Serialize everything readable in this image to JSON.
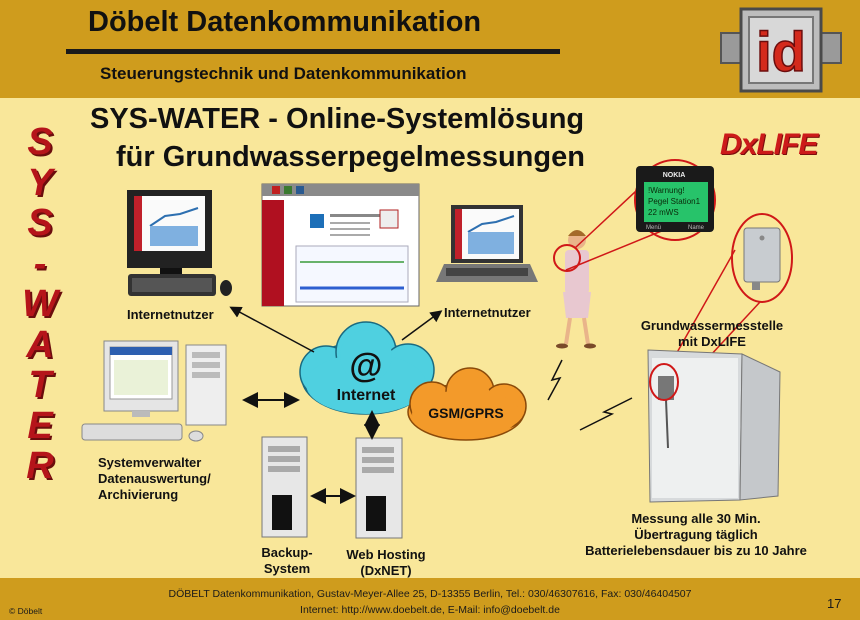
{
  "header": {
    "title": "Döbelt Datenkommunikation",
    "subtitle": "Steuerungstechnik und Datenkommunikation",
    "logo_text": "id"
  },
  "vertical_text": [
    "S",
    "Y",
    "S",
    "-",
    "W",
    "A",
    "T",
    "E",
    "R"
  ],
  "slide": {
    "title_line1": "SYS-WATER - Online-Systemlösung",
    "title_line2": "für Grundwasserpegelmessungen",
    "brand": "DxLIFE"
  },
  "nodes": {
    "internet": "Internet",
    "internet_symbol": "@",
    "gsm": "GSM/GPRS",
    "user_left": "Internetnutzer",
    "user_right": "Internetnutzer",
    "admin_line1": "Systemverwalter",
    "admin_line2": "Datenauswertung/",
    "admin_line3": "Archivierung",
    "backup_line1": "Backup-",
    "backup_line2": "System",
    "hosting_line1": "Web Hosting",
    "hosting_line2": "(DxNET)",
    "station_line1": "Grundwassermesstelle",
    "station_line2": "mit DxLIFE",
    "measure_line1": "Messung alle 30 Min.",
    "measure_line2": "Übertragung täglich",
    "measure_line3": "Batterielebensdauer bis zu 10 Jahre"
  },
  "phone": {
    "brand": "NOKIA",
    "line1": "!Warnung!",
    "line2": "Pegel Station1",
    "line3": "22 mWS",
    "soft_left": "Menü",
    "soft_right": "Name"
  },
  "footer": {
    "line1": "DÖBELT Datenkommunikation, Gustav-Meyer-Allee 25, D-13355 Berlin, Tel.: 030/46307616, Fax: 030/46404507",
    "line2": "Internet: http://www.doebelt.de, E-Mail: info@doebelt.de",
    "copyright": "© Döbelt",
    "page": "17"
  },
  "colors": {
    "background": "#f9e79a",
    "band": "#cf9c1d",
    "accent_red": "#b5141a",
    "cloud_internet": "#4fd0e0",
    "cloud_gsm": "#f39a2a"
  }
}
